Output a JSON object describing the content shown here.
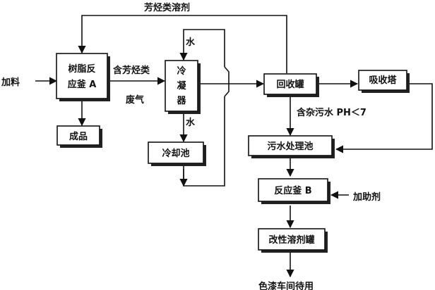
{
  "nodes": {
    "reactor_a": {
      "line1": "树脂反",
      "line2": "应釜 A"
    },
    "finished_product": "成品",
    "condenser": {
      "line1": "冷",
      "line2": "凝",
      "line3": "器"
    },
    "cooling_pool": "冷却池",
    "recovery_tank": "回收罐",
    "absorption_tower": "吸收塔",
    "wastewater_pool": "污水处理池",
    "reactor_b": "反应釜 B",
    "modifier_tank": "改性溶剂罐"
  },
  "edge_labels": {
    "aromatic_solvent": "芳烃类溶剂",
    "feed": "加料",
    "aromatic_gas_1": "含芳烃类",
    "aromatic_gas_2": "废气",
    "water_in": "水",
    "water_out": "水",
    "impure_wastewater": "含杂污水 PH＜7",
    "additive": "加助剂",
    "output": "色漆车间待用"
  }
}
